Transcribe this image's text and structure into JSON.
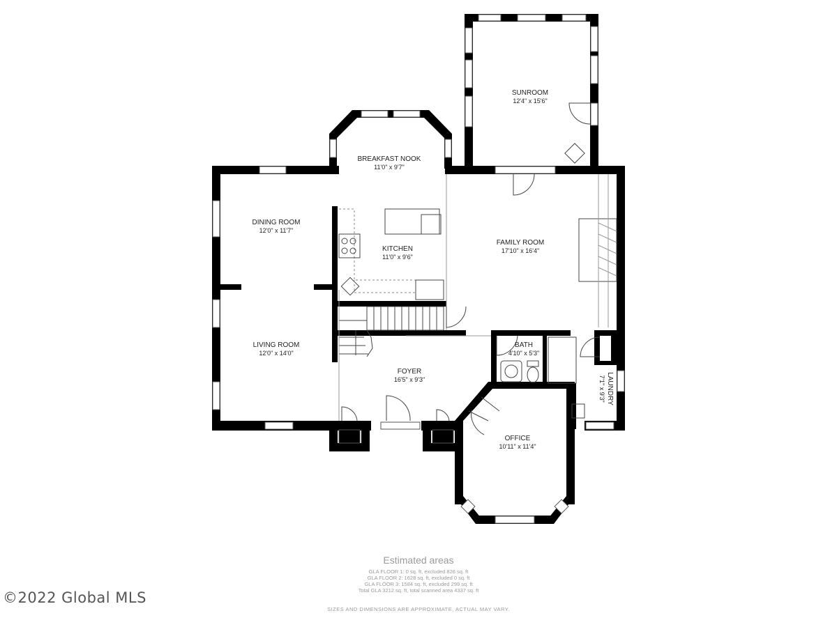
{
  "rooms": {
    "sunroom": {
      "name": "SUNROOM",
      "dims": "12'4\" x 15'6\""
    },
    "breakfast": {
      "name": "BREAKFAST NOOK",
      "dims": "11'0\" x 9'7\""
    },
    "dining": {
      "name": "DINING ROOM",
      "dims": "12'0\" x 11'7\""
    },
    "kitchen": {
      "name": "KITCHEN",
      "dims": "11'0\" x 9'6\""
    },
    "family": {
      "name": "FAMILY ROOM",
      "dims": "17'10\" x 16'4\""
    },
    "living": {
      "name": "LIVING ROOM",
      "dims": "12'0\" x 14'0\""
    },
    "bath": {
      "name": "BATH",
      "dims": "4'10\" x 5'3\""
    },
    "foyer": {
      "name": "FOYER",
      "dims": "16'5\" x 9'3\""
    },
    "laundry": {
      "name": "LAUNDRY",
      "dims": "7'1\" x 9'3\""
    },
    "office": {
      "name": "OFFICE",
      "dims": "10'11\" x 11'4\""
    }
  },
  "estimates": {
    "title": "Estimated areas",
    "lines": [
      "GLA FLOOR 1: 0 sq. ft, excluded 826 sq. ft",
      "GLA FLOOR 2: 1628 sq. ft, excluded 0 sq. ft",
      "GLA FLOOR 3: 1584 sq. ft, excluded 299 sq. ft",
      "Total GLA 3212 sq. ft, total scanned area 4337 sq. ft"
    ]
  },
  "disclaimer": "SIZES AND DIMENSIONS ARE APPROXIMATE, ACTUAL MAY VARY.",
  "copyright": "©2022 Global MLS"
}
